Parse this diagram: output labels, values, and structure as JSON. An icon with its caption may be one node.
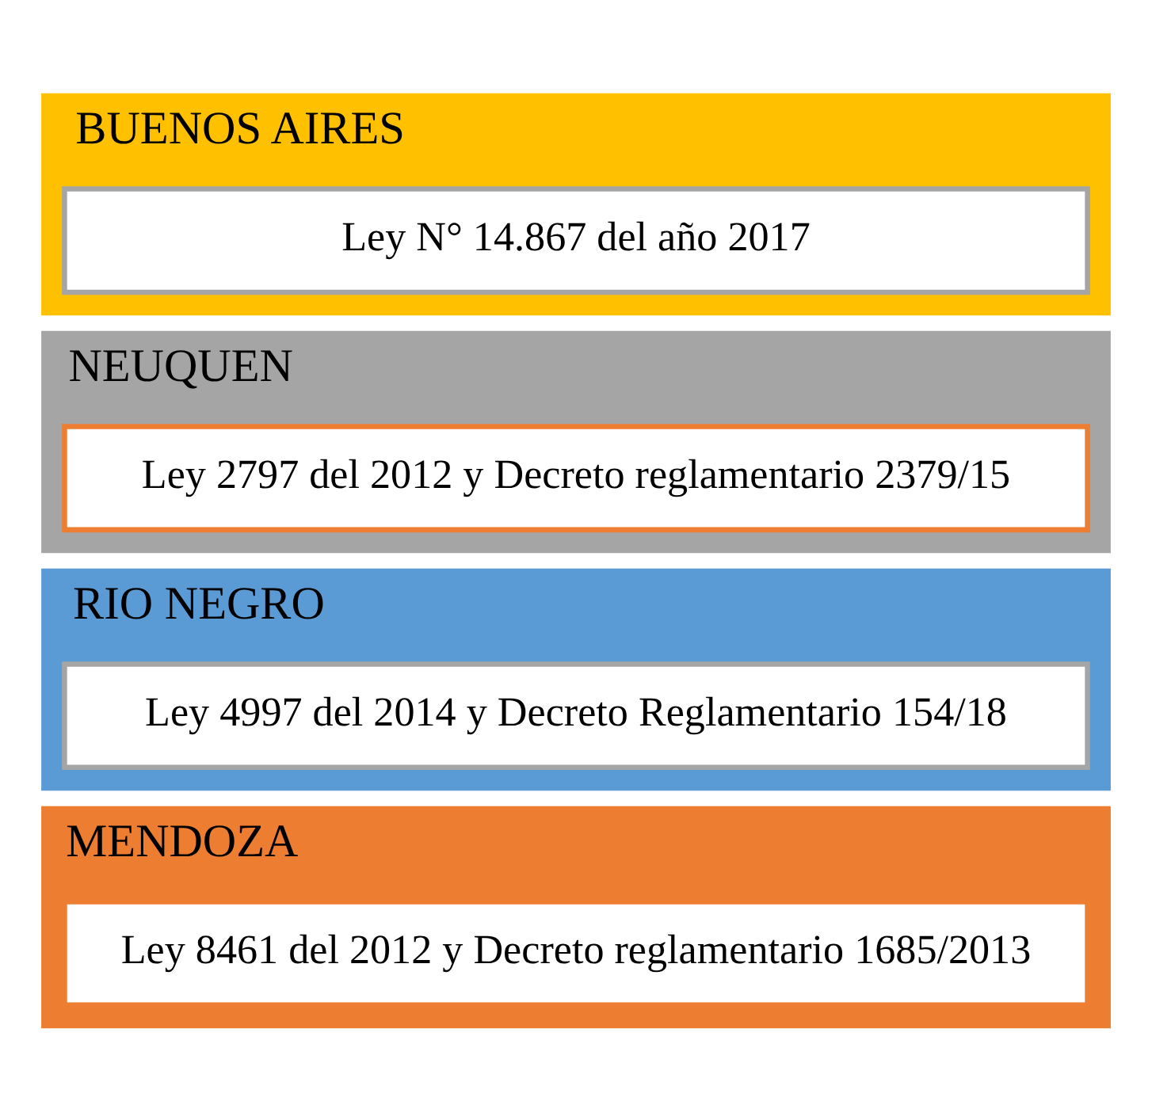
{
  "diagram": {
    "nodes": [
      {
        "text": [
          "MENDOZA"
        ]
      },
      {
        "text": [
          "Ley 8461 del 2012 y Decreto reglamentario 1685/2013"
        ],
        "in": 0
      },
      {
        "text": [
          "RIO NEGRO"
        ]
      },
      {
        "text": [
          "Ley 4997 del 2014 y Decreto Reglamentario 154/18"
        ],
        "in": 2
      },
      {
        "text": [
          "NEUQUEN"
        ]
      },
      {
        "text": [
          "Ley 2797 del 2012 y Decreto reglamentario 2379/15"
        ],
        "in": 4
      },
      {
        "text": [
          "BUENOS AIRES"
        ]
      },
      {
        "text": [
          "Ley N° 14.867 del año 2017"
        ],
        "in": 6
      }
    ],
    "edges": []
  }
}
